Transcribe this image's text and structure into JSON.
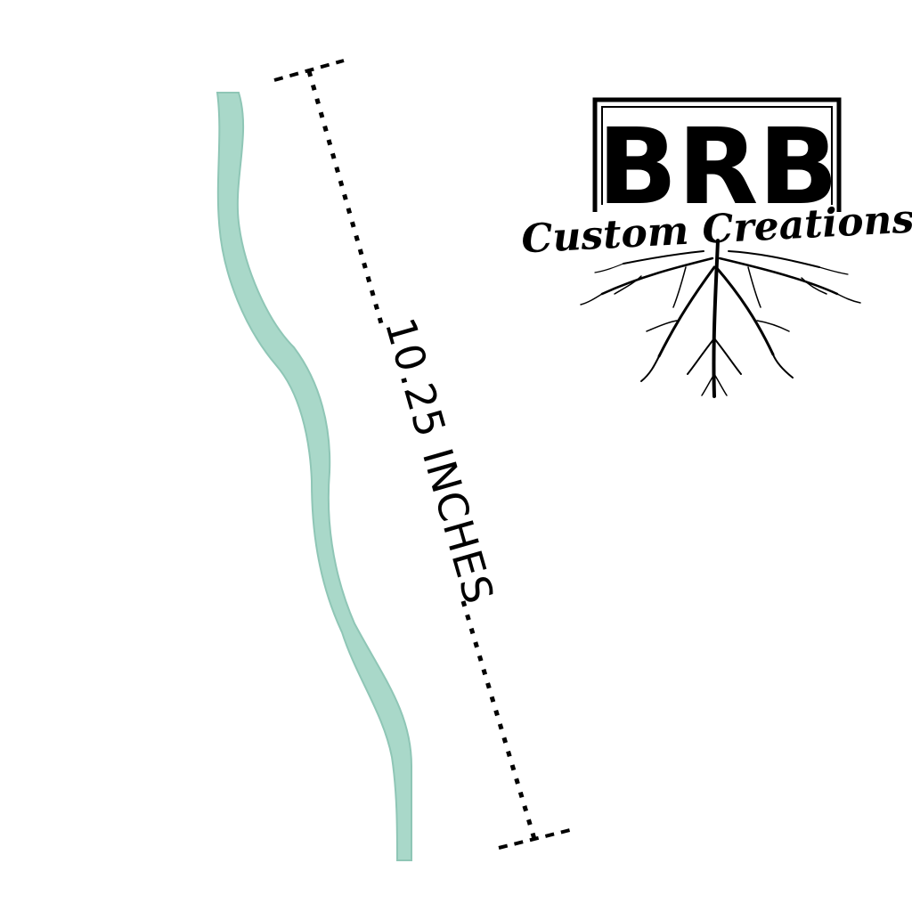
{
  "product": {
    "name": "wavy-strip",
    "color": "#A9D8C9",
    "edge_color": "#8FC6B6"
  },
  "measurement": {
    "label": "10.25 INCHES",
    "line_color": "#000000"
  },
  "logo": {
    "letters": "BRB",
    "tagline": "Custom Creations",
    "color": "#000000"
  }
}
